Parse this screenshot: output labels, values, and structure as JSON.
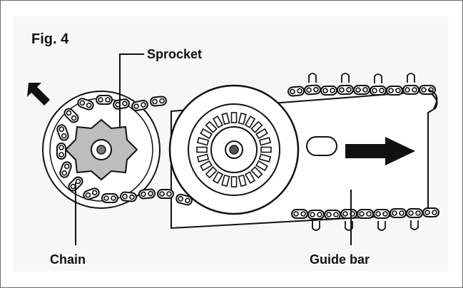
{
  "figure": {
    "title": "Fig. 4",
    "labels": {
      "sprocket": "Sprocket",
      "chain": "Chain",
      "guide_bar": "Guide bar"
    }
  },
  "colors": {
    "ink": "#111111",
    "panel": "#f7f7f7",
    "sprocket_fill": "#bdbdbd"
  }
}
